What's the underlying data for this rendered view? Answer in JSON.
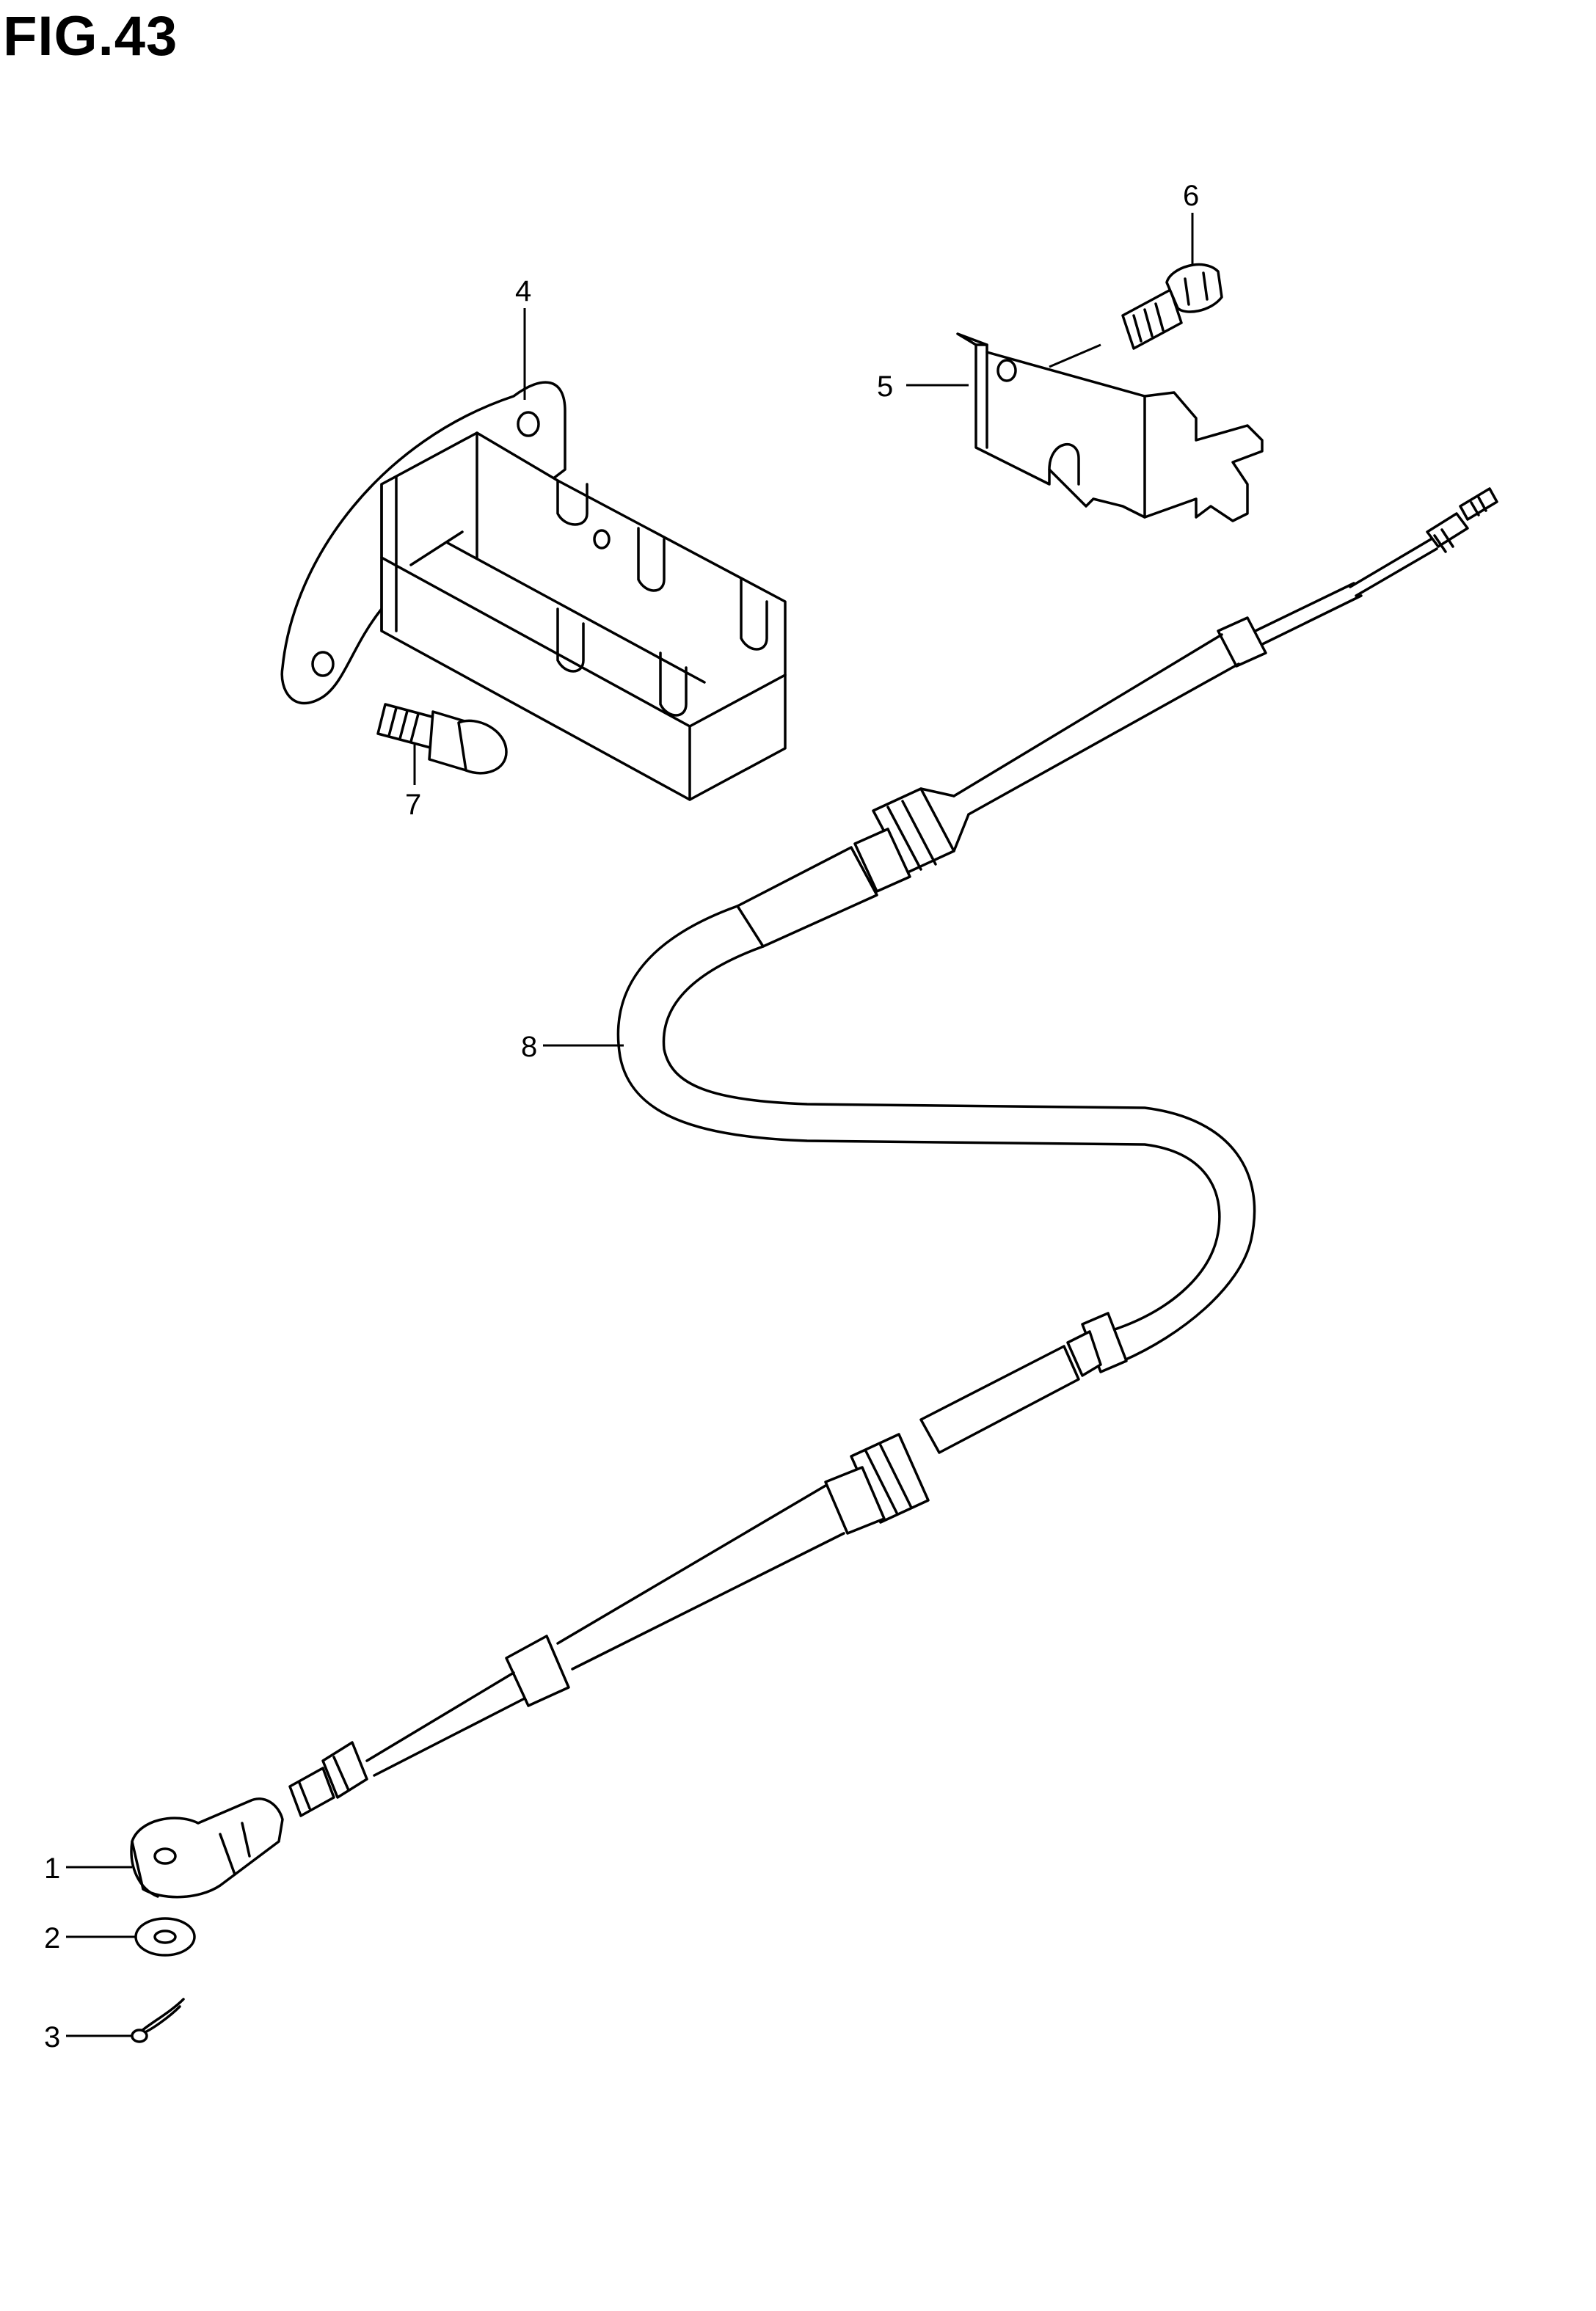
{
  "figure": {
    "title": "FIG.43"
  },
  "callouts": [
    {
      "id": "1",
      "label": "1"
    },
    {
      "id": "2",
      "label": "2"
    },
    {
      "id": "3",
      "label": "3"
    },
    {
      "id": "4",
      "label": "4"
    },
    {
      "id": "5",
      "label": "5"
    },
    {
      "id": "6",
      "label": "6"
    },
    {
      "id": "7",
      "label": "7"
    },
    {
      "id": "8",
      "label": "8"
    }
  ]
}
